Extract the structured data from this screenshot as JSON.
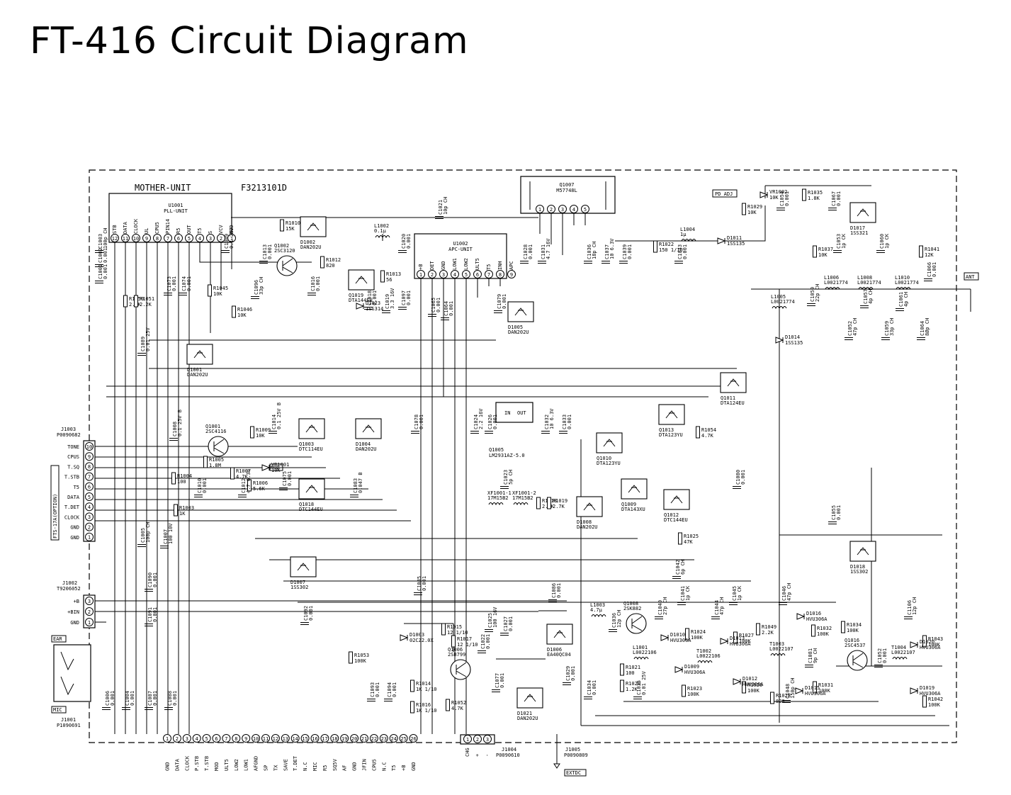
{
  "title": "FT-416 Circuit Diagram",
  "board": {
    "name": "MOTHER-UNIT",
    "code": "F3213101D"
  },
  "ics": {
    "u1001": {
      "ref": "U1001",
      "name": "PLL-UNIT",
      "pins": [
        "STB",
        "DATA",
        "CLOCK",
        "UL",
        "CPU5",
        "PIN14",
        "R5",
        "OUT",
        "T5",
        "S",
        "VCV",
        "MOD"
      ],
      "numbers": [
        "12",
        "11",
        "10",
        "9",
        "8",
        "7",
        "6",
        "5",
        "4",
        "3",
        "2",
        "1"
      ]
    },
    "u1002": {
      "ref": "U1002",
      "name": "APC-UNIT",
      "pins": [
        "+B",
        "DET",
        "GND",
        "LOW1",
        "LOW2",
        "ULT5",
        "T5",
        "INH",
        "APC"
      ],
      "numbers": [
        "1",
        "2",
        "3",
        "4",
        "5",
        "6",
        "7",
        "8",
        "9"
      ]
    },
    "q1007": {
      "ref": "Q1007",
      "name": "M57748L",
      "numbers": [
        "1",
        "2",
        "3",
        "4",
        "5"
      ]
    },
    "q1005": {
      "ref": "Q1005",
      "name": "LM2931AZ-5.0",
      "in": "IN",
      "out": "OUT"
    }
  },
  "tags": {
    "pd_adj": "PD ADJ",
    "ant": "ANT",
    "mod": "MOD",
    "ear": "EAR",
    "mic": "MIC",
    "extdc": "EXTDC",
    "fts": "FTS-17A(OPTION)"
  },
  "connectors": {
    "j1003": {
      "ref": "J1003",
      "part": "P0090682",
      "signals": [
        "TONE",
        "CPUS",
        "T.SQ",
        "T.STB",
        "T5",
        "DATA",
        "T.DET",
        "CLOCK",
        "GND",
        "GND"
      ],
      "numbers": [
        "10",
        "9",
        "8",
        "7",
        "6",
        "5",
        "4",
        "3",
        "2",
        "1"
      ]
    },
    "j1002": {
      "ref": "J1002",
      "part": "T9206052",
      "signals": [
        "+B",
        "+BIN",
        "GND"
      ],
      "numbers": [
        "3",
        "2",
        "1"
      ]
    },
    "j1001": {
      "ref": "J1001",
      "part": "P1090691"
    },
    "j1004": {
      "ref": "J1004",
      "part": "P0090610",
      "signals": [
        "CHG",
        "+",
        "-"
      ],
      "numbers": [
        "1",
        "2",
        "3"
      ]
    },
    "j1005": {
      "ref": "J1005",
      "part": "P0090809"
    }
  },
  "bottom_pins": {
    "numbers": [
      "1",
      "2",
      "3",
      "4",
      "5",
      "6",
      "7",
      "8",
      "9",
      "10",
      "11",
      "12",
      "13",
      "14",
      "15",
      "16",
      "17",
      "18",
      "19",
      "20",
      "21",
      "22",
      "23",
      "24",
      "25",
      "26"
    ],
    "labels": [
      "GND",
      "DATA",
      "CLOCK",
      "P.STB",
      "T.STB",
      "MOD",
      "ULT5",
      "LOW2",
      "LOW1",
      "AFGND",
      "SP",
      "TX",
      "SAVE",
      "T.DET",
      "N.C",
      "MIC",
      "R5",
      "SQ5V",
      "AF",
      "GND",
      "JFIN",
      "CPU5",
      "N.C",
      "T5",
      "+B",
      "GND"
    ]
  },
  "components": [
    {
      "id": "q1002",
      "ref": "Q1002",
      "val": "2SC3120"
    },
    {
      "id": "q1001",
      "ref": "Q1001",
      "val": "2SC4116"
    },
    {
      "id": "q1003",
      "ref": "Q1003",
      "val": "DTC114EU"
    },
    {
      "id": "q1018",
      "ref": "Q1018",
      "val": "DTC144EU"
    },
    {
      "id": "q1019",
      "ref": "Q1019",
      "val": "DTA144EU"
    },
    {
      "id": "q1013",
      "ref": "Q1013",
      "val": "DTA123YU"
    },
    {
      "id": "q1010",
      "ref": "Q1010",
      "val": "DTA123YU"
    },
    {
      "id": "q1011",
      "ref": "Q1011",
      "val": "DTA124EU"
    },
    {
      "id": "q1012",
      "ref": "Q1012",
      "val": "DTC144EU"
    },
    {
      "id": "q1009",
      "ref": "Q1009",
      "val": "DTA143XU"
    },
    {
      "id": "q1008",
      "ref": "Q1008",
      "val": "2SK882"
    },
    {
      "id": "q1016",
      "ref": "Q1016",
      "val": "2SC4537"
    },
    {
      "id": "q1006",
      "ref": "Q1006",
      "val": "2SB799"
    },
    {
      "id": "d1002",
      "ref": "D1002",
      "val": "DAN202U"
    },
    {
      "id": "d1001",
      "ref": "D1001",
      "val": "DAN202U"
    },
    {
      "id": "d1004",
      "ref": "D1004",
      "val": "DAN202U"
    },
    {
      "id": "d1005",
      "ref": "D1005",
      "val": "DAN202U"
    },
    {
      "id": "d1008",
      "ref": "D1008",
      "val": "DAN202U"
    },
    {
      "id": "d1021",
      "ref": "D1021",
      "val": "DAN202U"
    },
    {
      "id": "d1007",
      "ref": "D1007",
      "val": "1SS302"
    },
    {
      "id": "d1018",
      "ref": "D1018",
      "val": "1SS302"
    },
    {
      "id": "d1017",
      "ref": "D1017",
      "val": "1SS321"
    },
    {
      "id": "d1011",
      "ref": "D1011",
      "val": "1SS135"
    },
    {
      "id": "d1014",
      "ref": "D1014",
      "val": "1SS135"
    },
    {
      "id": "d1023",
      "ref": "D1023",
      "val": "1SS314"
    },
    {
      "id": "d1006",
      "ref": "D1006",
      "val": "EA40QC04"
    },
    {
      "id": "d1016",
      "ref": "D1016",
      "val": "HVU306A"
    },
    {
      "id": "d1003",
      "ref": "D1003",
      "val": "02CZ2.0X"
    },
    {
      "id": "vr1002",
      "ref": "VR1002",
      "val": "10K"
    },
    {
      "id": "vr1001",
      "ref": "VR1001",
      "val": "10K"
    },
    {
      "id": "r1035",
      "ref": "R1035",
      "val": "1.8K"
    },
    {
      "id": "r1029",
      "ref": "R1029",
      "val": "10K"
    },
    {
      "id": "r1022",
      "ref": "R1022",
      "val": "150 1/10"
    },
    {
      "id": "r1010",
      "ref": "R1010",
      "val": "15K"
    },
    {
      "id": "r1012",
      "ref": "R1012",
      "val": "820"
    },
    {
      "id": "r1013",
      "ref": "R1013",
      "val": "56"
    },
    {
      "id": "r1046",
      "ref": "R1046",
      "val": "10K"
    },
    {
      "id": "r1045",
      "ref": "R1045",
      "val": "10K"
    },
    {
      "id": "r1050",
      "ref": "R1050",
      "val": "2.2K"
    },
    {
      "id": "r1051",
      "ref": "R1051",
      "val": "2.2K"
    },
    {
      "id": "r1009",
      "ref": "R1009",
      "val": "10K"
    },
    {
      "id": "r1005",
      "ref": "R1005",
      "val": "1.8M"
    },
    {
      "id": "r1007",
      "ref": "R1007",
      "val": "4.7K"
    },
    {
      "id": "r1006",
      "ref": "R1006",
      "val": "5.6K"
    },
    {
      "id": "r1004",
      "ref": "R1004",
      "val": "100"
    },
    {
      "id": "r1003",
      "ref": "R1003",
      "val": "1K"
    },
    {
      "id": "r1054",
      "ref": "R1054",
      "val": "4.7K"
    },
    {
      "id": "r1025",
      "ref": "R1025",
      "val": "47K"
    },
    {
      "id": "r1018",
      "ref": "R1018",
      "val": "2.2K"
    },
    {
      "id": "r1019",
      "ref": "R1019",
      "val": "2.7K"
    },
    {
      "id": "r1037",
      "ref": "R1037",
      "val": "10K"
    },
    {
      "id": "r1041",
      "ref": "R1041",
      "val": "12K"
    },
    {
      "id": "r1053",
      "ref": "R1053",
      "val": "100K"
    },
    {
      "id": "r1015",
      "ref": "R1015",
      "val": "12 1/10"
    },
    {
      "id": "r1017",
      "ref": "R1017",
      "val": "12 1/10"
    },
    {
      "id": "r1014",
      "ref": "R1014",
      "val": "1K 1/10"
    },
    {
      "id": "r1016",
      "ref": "R1016",
      "val": "1K 1/10"
    },
    {
      "id": "r1052",
      "ref": "R1052",
      "val": "4.7K"
    },
    {
      "id": "r1021",
      "ref": "R1021",
      "val": "100"
    },
    {
      "id": "r1020",
      "ref": "R1020",
      "val": "1.2K"
    },
    {
      "id": "r1024",
      "ref": "R1024",
      "val": "100K"
    },
    {
      "id": "r1023",
      "ref": "R1023",
      "val": "100K"
    },
    {
      "id": "r1027",
      "ref": "R1027",
      "val": "100K"
    },
    {
      "id": "r1026",
      "ref": "R1026",
      "val": "100K"
    },
    {
      "id": "r1049",
      "ref": "R1049",
      "val": "2.2K"
    },
    {
      "id": "r1028",
      "ref": "R1028",
      "val": "820"
    },
    {
      "id": "r1032",
      "ref": "R1032",
      "val": "100K"
    },
    {
      "id": "r1031",
      "ref": "R1031",
      "val": "100K"
    },
    {
      "id": "r1034",
      "ref": "R1034",
      "val": "100K"
    },
    {
      "id": "r1043",
      "ref": "R1043",
      "val": "100K"
    },
    {
      "id": "r1042",
      "ref": "R1042",
      "val": "100K"
    },
    {
      "id": "c1021",
      "ref": "C1021",
      "val": "10p CH"
    },
    {
      "id": "c1054",
      "ref": "C1054",
      "val": "0.001"
    },
    {
      "id": "c1067",
      "ref": "C1067",
      "val": "0.001"
    },
    {
      "id": "c1009",
      "ref": "C1009",
      "val": "0.1 25V"
    },
    {
      "id": "c1013",
      "ref": "C1013",
      "val": "0.001"
    },
    {
      "id": "c1003",
      "ref": "C1003",
      "val": "100p CH"
    },
    {
      "id": "c1002",
      "ref": "C1002",
      "val": "0.001"
    },
    {
      "id": "c1001",
      "ref": "C1001",
      "val": "0.001"
    },
    {
      "id": "c1020",
      "ref": "C1020",
      "val": "0.001"
    },
    {
      "id": "c1028",
      "ref": "C1028",
      "val": "0.001"
    },
    {
      "id": "c1031",
      "ref": "C1031",
      "val": "4.7 16V"
    },
    {
      "id": "c1036",
      "ref": "C1036",
      "val": "18p CH"
    },
    {
      "id": "c1037",
      "ref": "C1037",
      "val": "10 6.3V"
    },
    {
      "id": "c1039",
      "ref": "C1039",
      "val": "0.001"
    },
    {
      "id": "c1043",
      "ref": "C1043",
      "val": "0.001"
    },
    {
      "id": "c1096",
      "ref": "C1096",
      "val": "33p CH"
    },
    {
      "id": "c1016",
      "ref": "C1016",
      "val": "0.001"
    },
    {
      "id": "c1018",
      "ref": "C1018",
      "val": "0.001"
    },
    {
      "id": "c1019",
      "ref": "C1019",
      "val": "3.3 16V"
    },
    {
      "id": "c1097",
      "ref": "C1097",
      "val": "0.001"
    },
    {
      "id": "c1065",
      "ref": "C1065",
      "val": "0.001"
    },
    {
      "id": "c1064",
      "ref": "C1064",
      "val": "0.001"
    },
    {
      "id": "c1079",
      "ref": "C1079",
      "val": "0.001"
    },
    {
      "id": "c1053",
      "ref": "C1053",
      "val": "1p CK"
    },
    {
      "id": "c1060",
      "ref": "C1060",
      "val": "1p CK"
    },
    {
      "id": "c1066",
      "ref": "C1066",
      "val": "0.001"
    },
    {
      "id": "c1050",
      "ref": "C1050",
      "val": "22p CH"
    },
    {
      "id": "c1057",
      "ref": "C1057",
      "val": "4p CH"
    },
    {
      "id": "c1061",
      "ref": "C1061",
      "val": "4p CH"
    },
    {
      "id": "c1052",
      "ref": "C1052",
      "val": "47p CH"
    },
    {
      "id": "c1059",
      "ref": "C1059",
      "val": "33p CH"
    },
    {
      "id": "c1064b",
      "ref": "C1064",
      "val": "8Øp CH"
    },
    {
      "id": "c1073",
      "ref": "C1073",
      "val": "0.001"
    },
    {
      "id": "c1074",
      "ref": "C1074",
      "val": "0.001"
    },
    {
      "id": "c1089",
      "ref": "C1089",
      "val": "0.01 25V"
    },
    {
      "id": "c1008",
      "ref": "C1008",
      "val": "0.1 25V B"
    },
    {
      "id": "c1014",
      "ref": "C1014",
      "val": "0.1 25V B"
    },
    {
      "id": "c1078",
      "ref": "C1078",
      "val": "0.001"
    },
    {
      "id": "c1024",
      "ref": "C1024",
      "val": "2.2 16V"
    },
    {
      "id": "c1026",
      "ref": "C1026",
      "val": "0.001"
    },
    {
      "id": "c1032",
      "ref": "C1032",
      "val": "10 6.3V"
    },
    {
      "id": "c1033",
      "ref": "C1033",
      "val": "0.001"
    },
    {
      "id": "c1010",
      "ref": "C1010",
      "val": "0.001"
    },
    {
      "id": "c1012",
      "ref": "C1012",
      "val": "4.7 6.3V"
    },
    {
      "id": "c1075",
      "ref": "C1075",
      "val": "0.001"
    },
    {
      "id": "c1083",
      "ref": "C1083",
      "val": "0.047 B"
    },
    {
      "id": "c1023",
      "ref": "C1023",
      "val": "5p CH"
    },
    {
      "id": "c1080",
      "ref": "C1080",
      "val": "0.001"
    },
    {
      "id": "c1005",
      "ref": "C1005",
      "val": "100p CH"
    },
    {
      "id": "c1007",
      "ref": "C1007",
      "val": "100 10V"
    },
    {
      "id": "c1055",
      "ref": "C1055",
      "val": "0.001"
    },
    {
      "id": "c1042",
      "ref": "C1042",
      "val": "6p CH"
    },
    {
      "id": "c1090",
      "ref": "C1090",
      "val": "0.001"
    },
    {
      "id": "c1091",
      "ref": "C1091",
      "val": "0.001"
    },
    {
      "id": "c1085",
      "ref": "C1085",
      "val": "0.001"
    },
    {
      "id": "c1086",
      "ref": "C1086",
      "val": "0.001"
    },
    {
      "id": "c1092",
      "ref": "C1092",
      "val": "0.001"
    },
    {
      "id": "c1025",
      "ref": "C1025",
      "val": "100 16V"
    },
    {
      "id": "c1027",
      "ref": "C1027",
      "val": "0.001"
    },
    {
      "id": "c1022",
      "ref": "C1022",
      "val": "0.001"
    },
    {
      "id": "c1093",
      "ref": "C1093",
      "val": "0.001"
    },
    {
      "id": "c1094",
      "ref": "C1094",
      "val": "0.001"
    },
    {
      "id": "c1077",
      "ref": "C1077",
      "val": "0.001"
    },
    {
      "id": "c1029",
      "ref": "C1029",
      "val": "0.001"
    },
    {
      "id": "c1041",
      "ref": "C1041",
      "val": "1p CK"
    },
    {
      "id": "c1040",
      "ref": "C1040",
      "val": "27p CH"
    },
    {
      "id": "c1044",
      "ref": "C1044",
      "val": "47p CH"
    },
    {
      "id": "c1045",
      "ref": "C1045",
      "val": "1p CK"
    },
    {
      "id": "c1046",
      "ref": "C1046",
      "val": "47p CH"
    },
    {
      "id": "c1106",
      "ref": "C1106",
      "val": "12p CH"
    },
    {
      "id": "c1081",
      "ref": "C1081",
      "val": "9p CH"
    },
    {
      "id": "c1052b",
      "ref": "C1052",
      "val": "0.001"
    },
    {
      "id": "c1034",
      "ref": "C1034",
      "val": "0.001"
    },
    {
      "id": "c1035",
      "ref": "C1035",
      "val": "0.01 25V"
    },
    {
      "id": "c1048",
      "ref": "C1048",
      "val": "150p CH"
    },
    {
      "id": "c1036b",
      "ref": "C1036",
      "val": "12p CH"
    },
    {
      "id": "c1006",
      "ref": "C1006",
      "val": "0.001"
    },
    {
      "id": "c1004",
      "ref": "C1004",
      "val": "0.001"
    },
    {
      "id": "c1087",
      "ref": "C1087",
      "val": "0.001"
    },
    {
      "id": "c1088",
      "ref": "C1088",
      "val": "0.001"
    },
    {
      "id": "l1002",
      "ref": "L1002",
      "val": "0.1μ"
    },
    {
      "id": "l1004",
      "ref": "L1004",
      "val": "1μ"
    },
    {
      "id": "l1005",
      "ref": "L1005",
      "val": "L0021774"
    },
    {
      "id": "l1006",
      "ref": "L1006",
      "val": "L0021774"
    },
    {
      "id": "l1008",
      "ref": "L1008",
      "val": "L0021774"
    },
    {
      "id": "l1010",
      "ref": "L1010",
      "val": "L0021774"
    },
    {
      "id": "l1003",
      "ref": "L1003",
      "val": "4.7μ"
    },
    {
      "id": "l1001",
      "ref": "L1001",
      "val": "L0022106"
    },
    {
      "id": "t1002",
      "ref": "T1002",
      "val": "L0022106"
    },
    {
      "id": "t1003",
      "ref": "T1003",
      "val": "L0022107"
    },
    {
      "id": "t1004",
      "ref": "T1004",
      "val": "L0022107"
    },
    {
      "id": "xf1001a",
      "ref": "XF1001-1",
      "val": "17M15B2"
    },
    {
      "id": "xf1001b",
      "ref": "XF1001-2",
      "val": "17M15B2"
    },
    {
      "id": "d1009",
      "ref": "D1009",
      "val": "HVU306A"
    },
    {
      "id": "d1010",
      "ref": "D1010",
      "val": "HVU306A"
    },
    {
      "id": "d1012",
      "ref": "D1012",
      "val": "HVU306A"
    },
    {
      "id": "d1013",
      "ref": "D1013",
      "val": "HVU306A"
    },
    {
      "id": "d1015",
      "ref": "D1015",
      "val": "HVU306A"
    },
    {
      "id": "d1019",
      "ref": "D1019",
      "val": "HVU306A"
    },
    {
      "id": "d1020",
      "ref": "D1020",
      "val": "HVU306A"
    }
  ]
}
